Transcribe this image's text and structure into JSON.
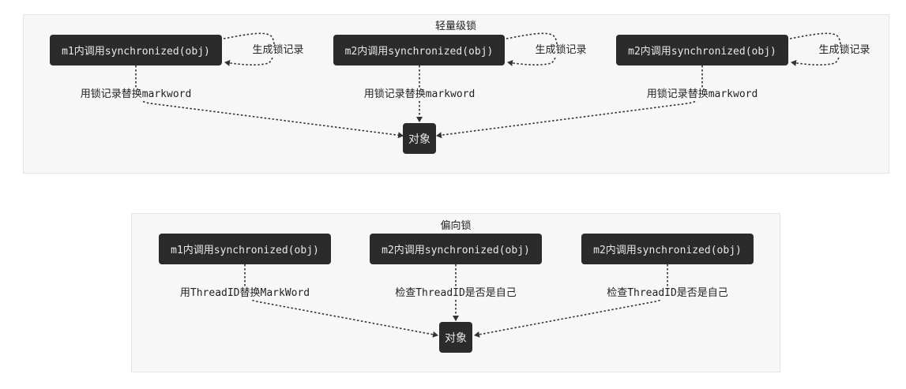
{
  "lightweight": {
    "title": "轻量级锁",
    "threads": [
      {
        "label": "m1内调用synchronized(obj)",
        "self_label": "生成锁记录",
        "edge_label": "用锁记录替换markword"
      },
      {
        "label": "m2内调用synchronized(obj)",
        "self_label": "生成锁记录",
        "edge_label": "用锁记录替换markword"
      },
      {
        "label": "m2内调用synchronized(obj)",
        "self_label": "生成锁记录",
        "edge_label": "用锁记录替换markword"
      }
    ],
    "target": "对象"
  },
  "biased": {
    "title": "偏向锁",
    "threads": [
      {
        "label": "m1内调用synchronized(obj)",
        "edge_label": "用ThreadID替换MarkWord"
      },
      {
        "label": "m2内调用synchronized(obj)",
        "edge_label": "检查ThreadID是否是自己"
      },
      {
        "label": "m2内调用synchronized(obj)",
        "edge_label": "检查ThreadID是否是自己"
      }
    ],
    "target": "对象"
  },
  "colors": {
    "node_bg": "#2b2b2b",
    "node_text": "#e8e8e8",
    "panel_bg": "#f7f7f7",
    "edge": "#333333"
  }
}
